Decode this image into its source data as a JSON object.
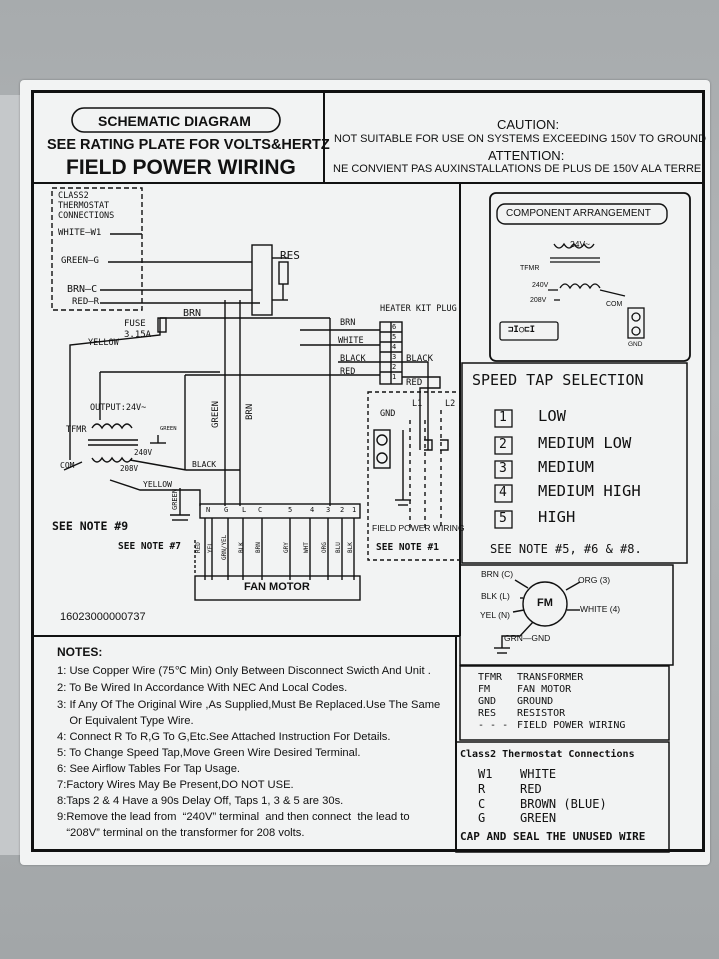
{
  "header": {
    "schematic_title": "SCHEMATIC DIAGRAM",
    "rating_plate": "SEE RATING PLATE FOR VOLTS&HERTZ",
    "field_power": "FIELD POWER WIRING",
    "caution_title": "CAUTION:",
    "caution_text": "NOT SUITABLE FOR USE ON SYSTEMS EXCEEDING  150V TO GROUND",
    "attention_title": "ATTENTION:",
    "attention_text": "NE CONVIENT PAS AUXINSTALLATIONS DE PLUS DE 150V ALA TERRE"
  },
  "schematic": {
    "class2_line1": "CLASS2",
    "class2_line2": "THERMOSTAT",
    "class2_line3": "CONNECTIONS",
    "white_w1": "WHITE—W1",
    "green_g": "GREEN—G",
    "brn_c": "BRN—C",
    "red_r": "RED—R",
    "res": "RES",
    "fuse_line1": "FUSE",
    "fuse_line2": "3.15A",
    "brn_top": "BRN",
    "yellow": "YELLOW",
    "heater_kit_plug": "HEATER KIT PLUG",
    "plug_brn": "BRN",
    "plug_white": "WHITE",
    "plug_black": "BLACK",
    "plug_red": "RED",
    "plug_black_out": "BLACK",
    "plug_red_out": "RED",
    "pin_6": "6",
    "pin_5": "5",
    "pin_4": "4",
    "pin_3": "3",
    "pin_2": "2",
    "pin_1": "1",
    "output": "OUTPUT:24V~",
    "tfmr": "TFMR",
    "green_small": "GREEN",
    "v240": "240V",
    "v208": "208V",
    "com": "COM",
    "black_mid": "BLACK",
    "yellow_low": "YELLOW",
    "green_vert": "GREEN",
    "brn_vert": "BRN",
    "green_short": "GREEN",
    "see_note_9": "SEE NOTE #9",
    "see_note_7": "SEE NOTE #7",
    "terminals": [
      "N",
      "G",
      "L",
      "C",
      "5",
      "4",
      "3",
      "2",
      "1"
    ],
    "motor_wires": [
      "RED",
      "YEL",
      "GRN/YEL",
      "BLK",
      "BRN",
      "GRY",
      "WHT",
      "ORG",
      "BLU",
      "BLK"
    ],
    "fan_motor": "FAN MOTOR",
    "gnd": "GND",
    "l1": "L1",
    "l2": "L2",
    "field_power_wiring": "FIELD POWER WIRING",
    "see_note_1": "SEE NOTE #1",
    "part_number": "16023000000737"
  },
  "component": {
    "title": "COMPONENT ARRANGEMENT",
    "v24": "24V~",
    "tfmr": "TFMR",
    "v240": "240V",
    "v208": "208V",
    "com": "COM",
    "gnd": "GND"
  },
  "speed": {
    "title": "SPEED TAP SELECTION",
    "taps": [
      {
        "num": "1",
        "label": "LOW"
      },
      {
        "num": "2",
        "label": "MEDIUM LOW"
      },
      {
        "num": "3",
        "label": "MEDIUM"
      },
      {
        "num": "4",
        "label": "MEDIUM HIGH"
      },
      {
        "num": "5",
        "label": "HIGH"
      }
    ],
    "see_note": "SEE NOTE #5, #6 & #8."
  },
  "motor_diagram": {
    "brn": "BRN (C)",
    "org": "ORG (3)",
    "blk": "BLK (L)",
    "fm": "FM",
    "yel": "YEL (N)",
    "white": "WHITE (4)",
    "grn": "GRN—GND"
  },
  "legend": {
    "items": [
      {
        "code": "TFMR",
        "desc": "TRANSFORMER"
      },
      {
        "code": "FM",
        "desc": "FAN MOTOR"
      },
      {
        "code": "GND",
        "desc": "GROUND"
      },
      {
        "code": "RES",
        "desc": "RESISTOR"
      },
      {
        "code": "- - -",
        "desc": "FIELD POWER WIRING"
      }
    ]
  },
  "thermostat": {
    "title": "Class2 Thermostat Connections",
    "items": [
      {
        "code": "W1",
        "desc": "WHITE"
      },
      {
        "code": "R",
        "desc": "RED"
      },
      {
        "code": "C",
        "desc": "BROWN (BLUE)"
      },
      {
        "code": "G",
        "desc": "GREEN"
      }
    ],
    "footer": "CAP AND SEAL THE UNUSED WIRE"
  },
  "notes": {
    "title": "NOTES:",
    "lines": [
      "1: Use Copper  Wire (75℃ Min) Only Between Disconnect Swicth And Unit .",
      "2: To Be Wired In Accordance With NEC And Local Codes.",
      "3: If Any Of The Original Wire ,As Supplied,Must Be Replaced.Use The Same",
      "    Or Equivalent Type Wire.",
      "4: Connect R To R,G To G,Etc.See Attached Instruction For Details.",
      "5: To Change Speed Tap,Move Green Wire Desired Terminal.",
      "6: See Airflow Tables For Tap Usage.",
      "7:Factory Wires May Be Present,DO NOT USE.",
      "8:Taps 2 & 4 Have a 90s Delay Off, Taps 1, 3 & 5 are 30s.",
      "9:Remove the lead from  “240V” terminal  and then connect  the lead to",
      "   “208V” terminal on the transformer for 208 volts."
    ]
  }
}
